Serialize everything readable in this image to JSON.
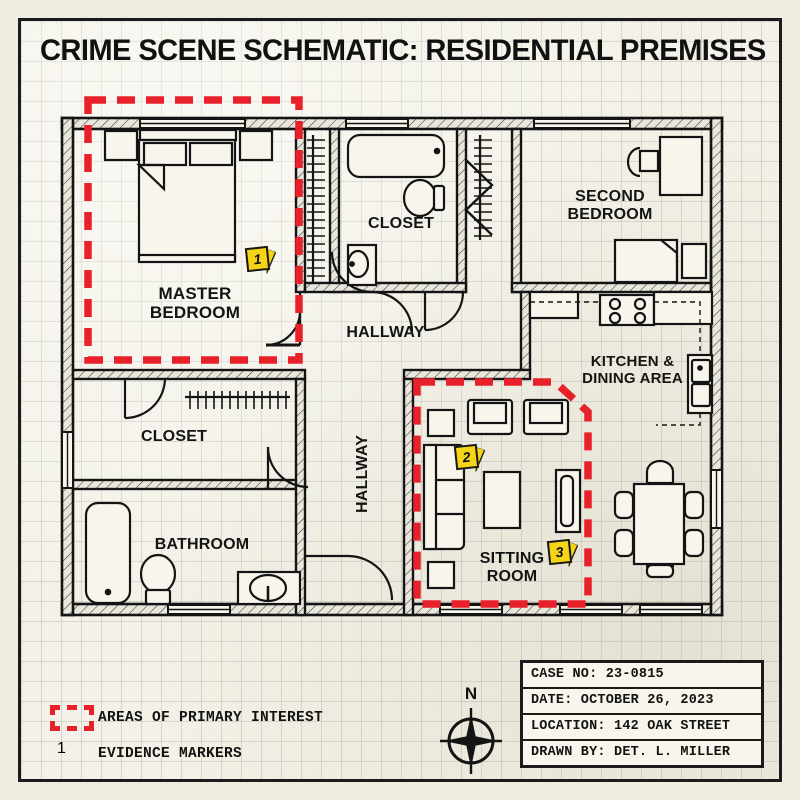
{
  "title": "CRIME SCENE SCHEMATIC: RESIDENTIAL PREMISES",
  "colors": {
    "paper": "#f4f2e8",
    "grid": "#96968c",
    "ink": "#141414",
    "evidence_red": "#e8202a",
    "marker_yellow": "#f5d417"
  },
  "rooms": [
    {
      "id": "master-bedroom",
      "label": "MASTER\nBEDROOM"
    },
    {
      "id": "closet-upper",
      "label": "CLOSET"
    },
    {
      "id": "second-bedroom",
      "label": "SECOND\nBEDROOM"
    },
    {
      "id": "hallway-upper",
      "label": "HALLWAY"
    },
    {
      "id": "kitchen-dining",
      "label": "KITCHEN &\nDINING AREA"
    },
    {
      "id": "closet-left",
      "label": "CLOSET"
    },
    {
      "id": "hallway-lower",
      "label": "HALLWAY"
    },
    {
      "id": "bathroom",
      "label": "BATHROOM"
    },
    {
      "id": "sitting-room",
      "label": "SITTING\nROOM"
    }
  ],
  "evidence_markers": [
    {
      "id": 1,
      "number": "1",
      "room": "master-bedroom"
    },
    {
      "id": 2,
      "number": "2",
      "room": "sitting-room"
    },
    {
      "id": 3,
      "number": "3",
      "room": "sitting-room"
    }
  ],
  "areas_of_interest": [
    {
      "id": "aoi-master-bedroom",
      "room": "master-bedroom"
    },
    {
      "id": "aoi-sitting-room",
      "room": "sitting-room"
    }
  ],
  "legend": {
    "items": [
      {
        "id": "legend-areas",
        "swatch": "dashed-red-box",
        "label": "AREAS OF PRIMARY INTEREST"
      },
      {
        "id": "legend-markers",
        "swatch": "evidence-marker",
        "marker_number": "1",
        "label": "EVIDENCE MARKERS"
      }
    ]
  },
  "compass": {
    "icon": "compass-rose-icon",
    "north_label": "N"
  },
  "info_box": {
    "rows": [
      {
        "id": "case-no",
        "text": "CASE NO: 23-0815"
      },
      {
        "id": "date",
        "text": "DATE: OCTOBER 26, 2023"
      },
      {
        "id": "location",
        "text": "LOCATION: 142 OAK STREET"
      },
      {
        "id": "drawn-by",
        "text": "DRAWN BY: DET. L. MILLER"
      }
    ]
  }
}
